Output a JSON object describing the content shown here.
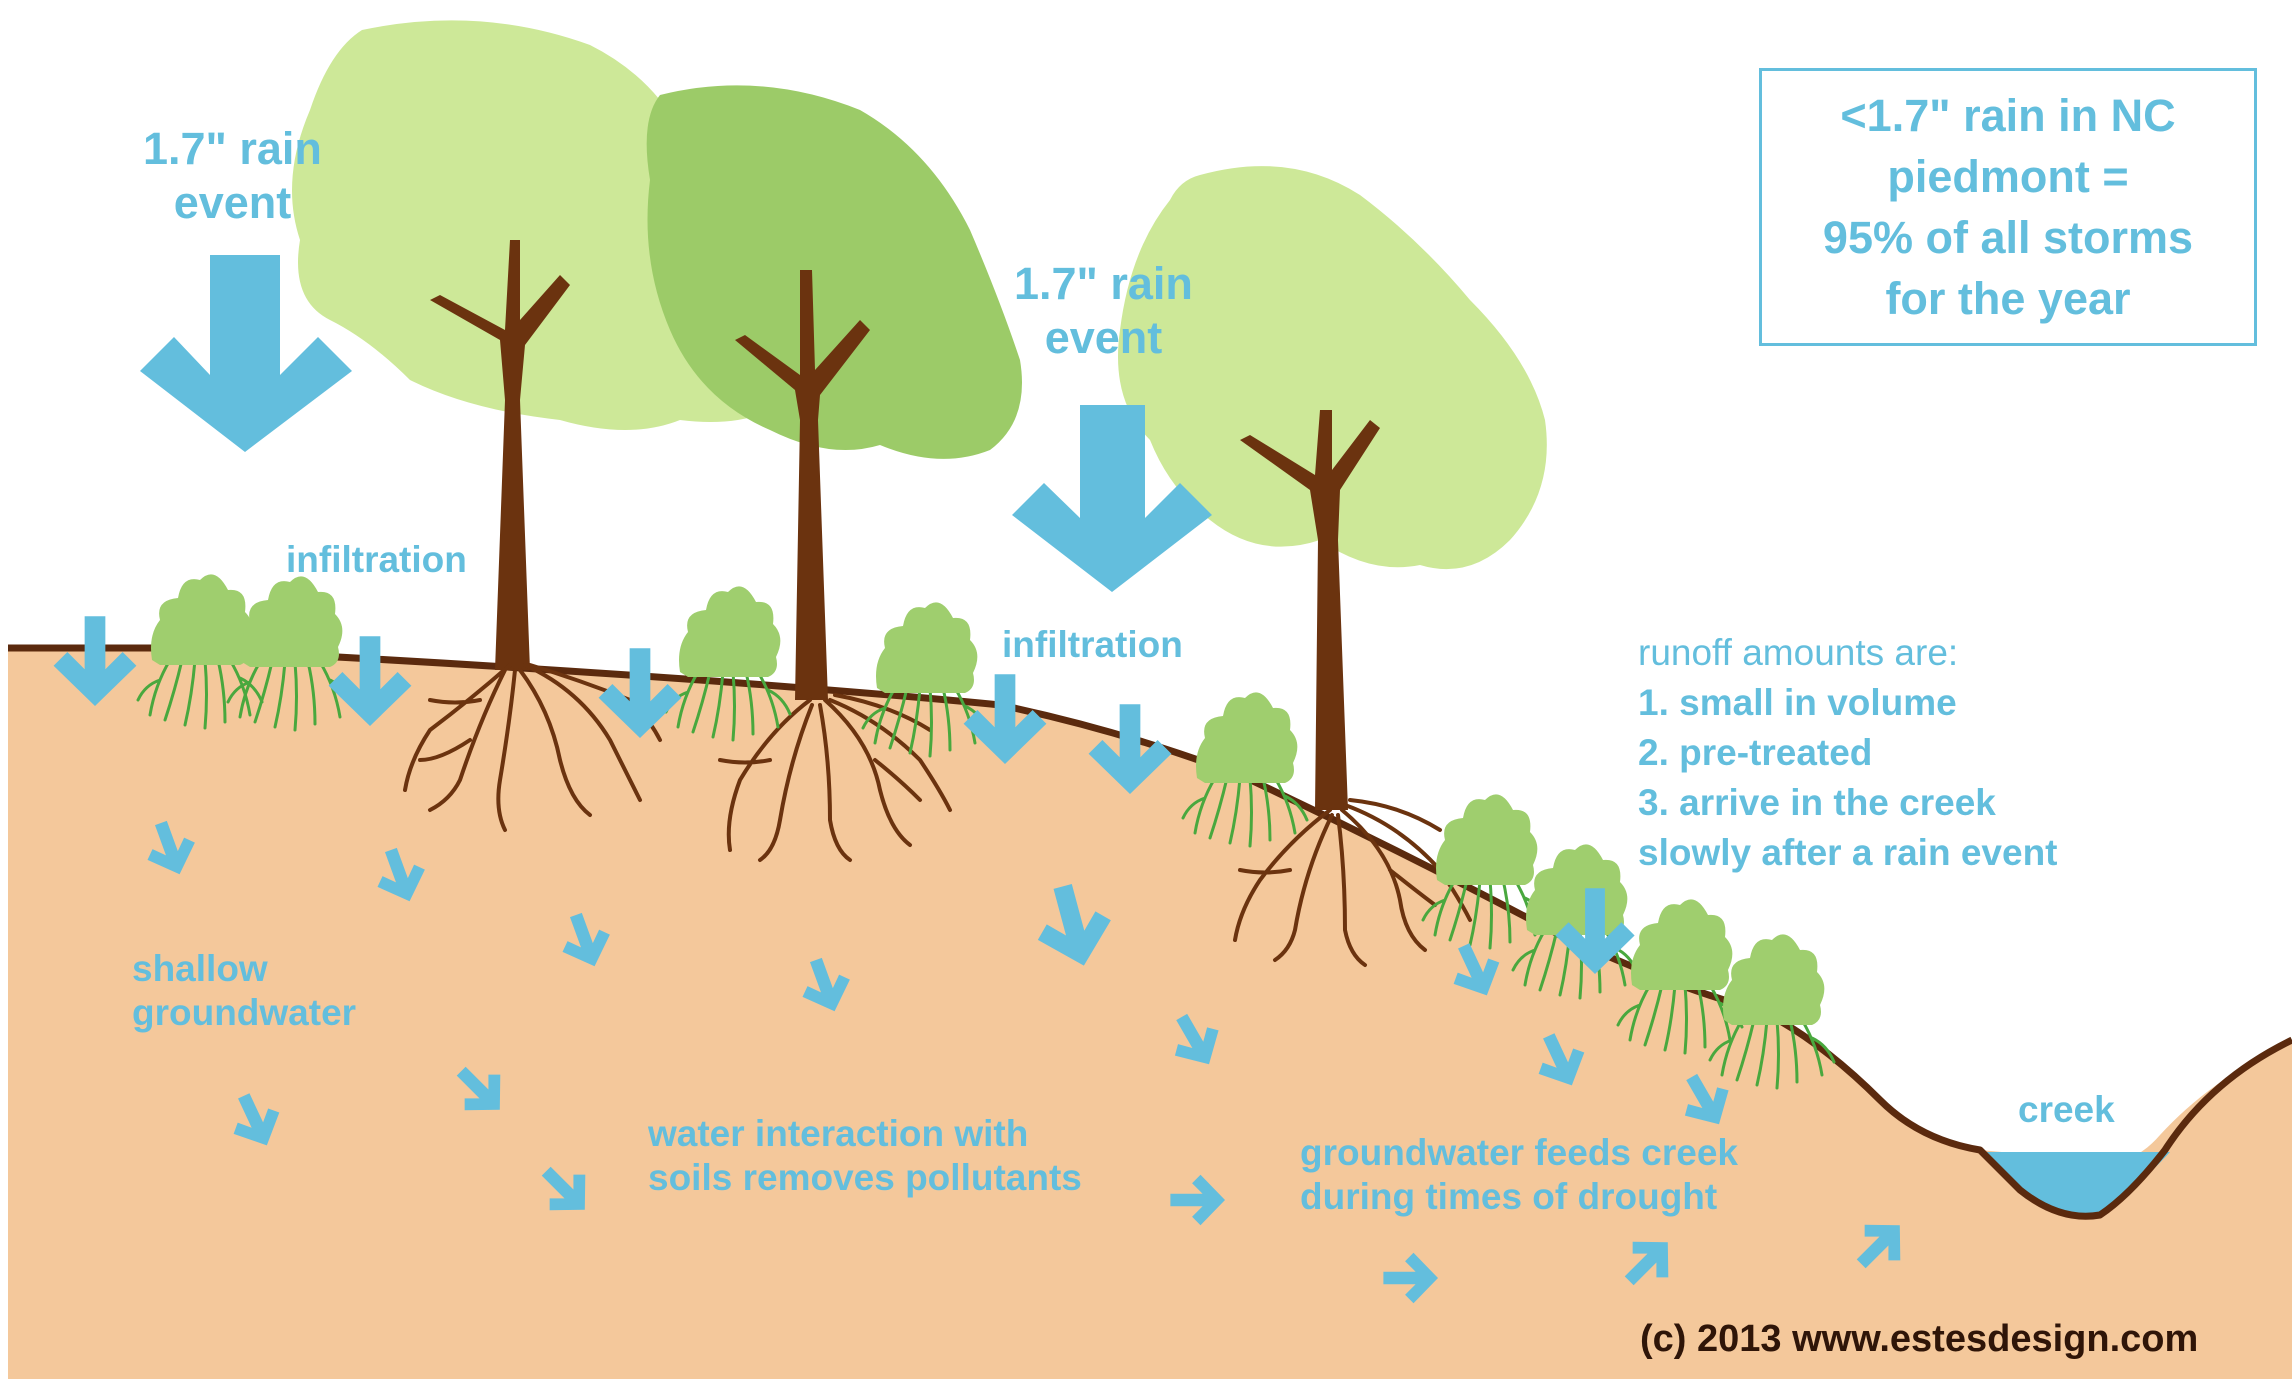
{
  "colors": {
    "sky": "#ffffff",
    "soil": "#f4c89b",
    "ground_line": "#5b2a0e",
    "trunk": "#6b330f",
    "canopy_light": "#cde898",
    "canopy_mid": "#9ccb68",
    "shrub": "#9fce6e",
    "shrub_roots": "#49a83e",
    "water": "#63bedd",
    "text": "#63bedd",
    "credit": "#2f1508"
  },
  "icons": [
    "rain-arrow-icon",
    "infiltration-arrow-icon",
    "groundwater-arrow-icon",
    "tree-icon",
    "shrub-icon",
    "creek-icon"
  ],
  "labels": {
    "rain_event_left": "1.7\" rain\nevent",
    "rain_event_right": "1.7\" rain\nevent",
    "infiltration_left": "infiltration",
    "infiltration_right": "infiltration",
    "shallow_groundwater": "shallow\ngroundwater",
    "water_interaction": "water interaction with\nsoils removes pollutants",
    "groundwater_feeds": "groundwater feeds creek\nduring times of drought",
    "creek": "creek"
  },
  "callout": {
    "text": "<1.7\" rain in NC\npiedmont =\n95% of all storms\nfor the year"
  },
  "runoff": {
    "heading": "runoff amounts are:",
    "items": [
      "1. small in volume",
      "2. pre-treated",
      "3. arrive in the creek",
      "slowly after a rain event"
    ]
  },
  "credit": "(c) 2013 www.estesdesign.com"
}
